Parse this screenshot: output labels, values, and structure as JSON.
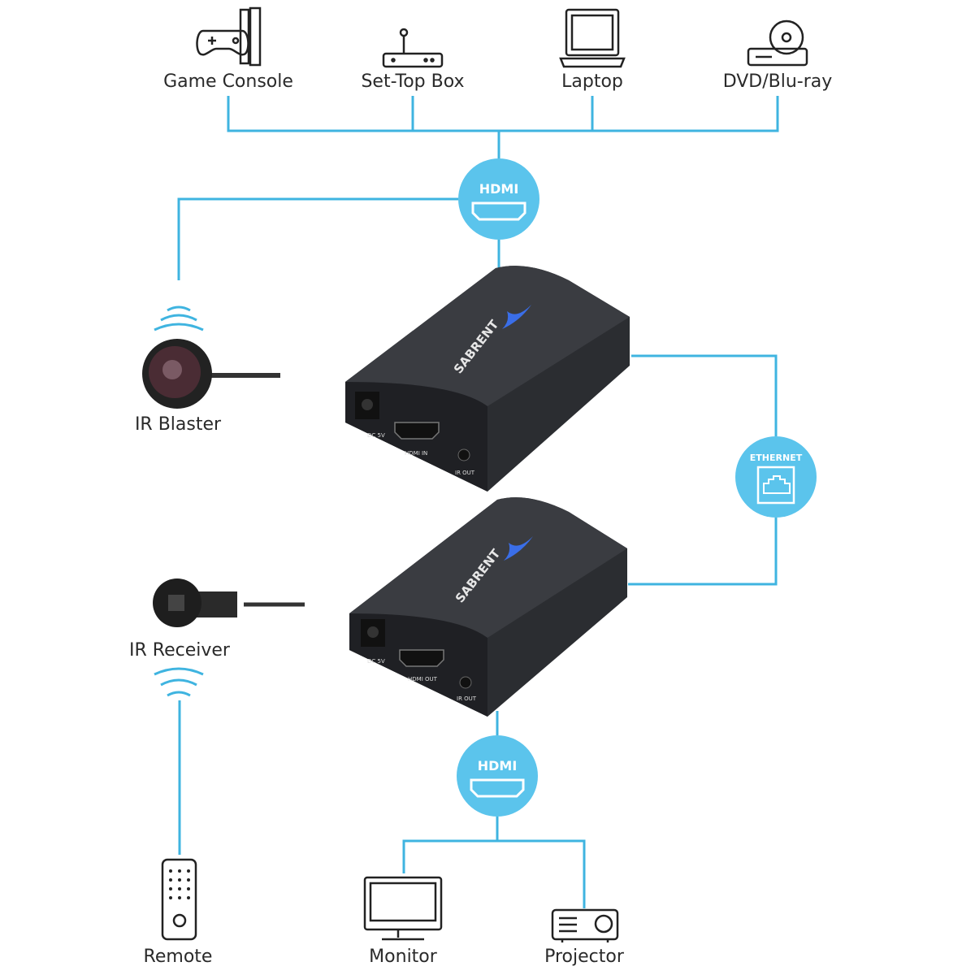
{
  "colors": {
    "line": "#3fb4e0",
    "badge": "#5bc4ec",
    "device": "#2b2d31",
    "logo_accent": "#3a6ee8"
  },
  "sources": [
    {
      "label": "Game Console",
      "icon": "game-console-icon"
    },
    {
      "label": "Set-Top Box",
      "icon": "set-top-box-icon"
    },
    {
      "label": "Laptop",
      "icon": "laptop-icon"
    },
    {
      "label": "DVD/Blu-ray",
      "icon": "dvd-player-icon"
    }
  ],
  "badges": {
    "hdmi_top": "HDMI",
    "ethernet": "ETHERNET",
    "hdmi_bottom": "HDMI"
  },
  "ir_blaster": {
    "label": "IR Blaster"
  },
  "ir_receiver": {
    "label": "IR Receiver"
  },
  "remote": {
    "label": "Remote"
  },
  "transmitter": {
    "brand": "SABRENT",
    "ports": [
      "DC 5V",
      "HDMI IN",
      "IR OUT"
    ]
  },
  "receiver": {
    "brand": "SABRENT",
    "ports": [
      "DC 5V",
      "HDMI OUT",
      "IR OUT"
    ]
  },
  "outputs": [
    {
      "label": "Monitor",
      "icon": "monitor-icon"
    },
    {
      "label": "Projector",
      "icon": "projector-icon"
    }
  ]
}
